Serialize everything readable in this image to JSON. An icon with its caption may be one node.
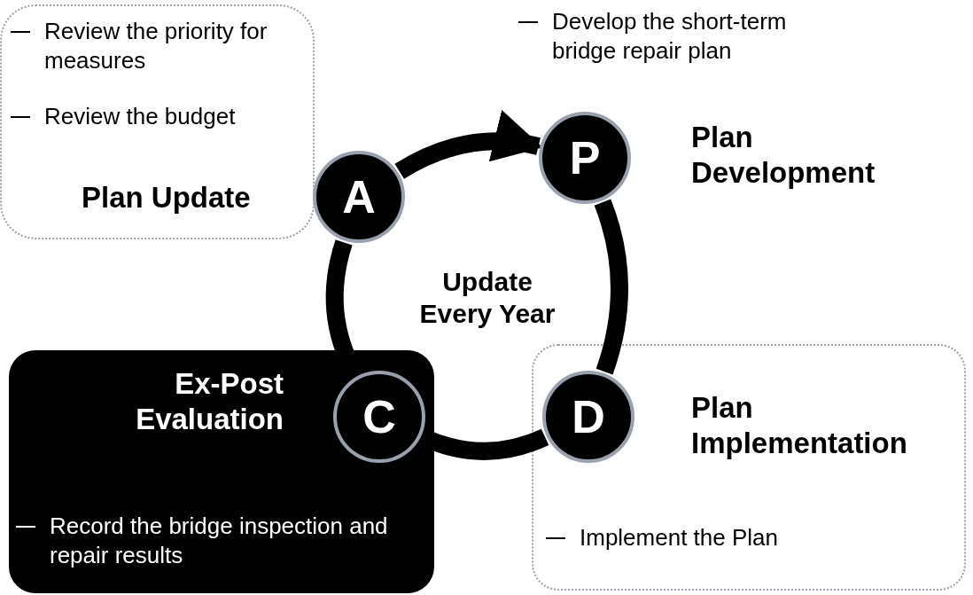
{
  "diagram": {
    "nodes": [
      {
        "text": [
          "Review the priority for measures",
          "Review the budget",
          "Plan Update"
        ]
      },
      {
        "text": [
          "Develop the short-term bridge repair plan",
          "Plan Development"
        ]
      },
      {
        "text": [
          "Ex-Post Evaluation",
          "Record the bridge inspection and repair results"
        ]
      },
      {
        "text": [
          "Plan Implementation",
          "Implement the Plan"
        ]
      },
      {
        "text": [
          "A"
        ]
      },
      {
        "text": [
          "P"
        ]
      },
      {
        "text": [
          "D"
        ],
        "in": 3
      },
      {
        "text": [
          "C"
        ],
        "in": 2
      }
    ],
    "edges": [
      {
        "from": 4,
        "to": 5,
        "arrow": "to"
      },
      {
        "from": 5,
        "to": 6,
        "arrow": "none"
      },
      {
        "from": 6,
        "to": 7,
        "arrow": "none"
      },
      {
        "from": 7,
        "to": 4,
        "arrow": "none"
      }
    ],
    "labels": [
      "Update Every Year"
    ]
  }
}
